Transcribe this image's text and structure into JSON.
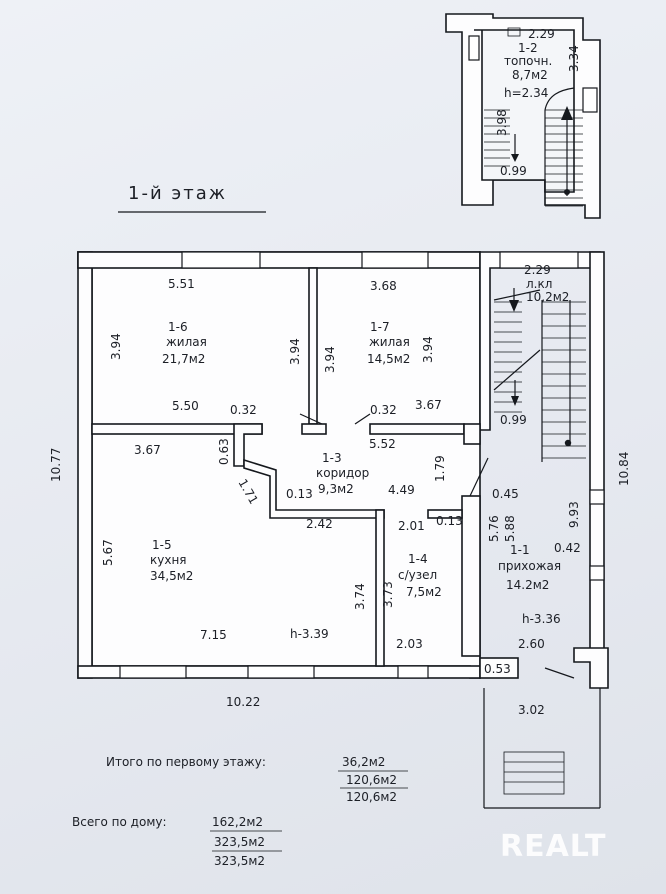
{
  "title": "1-й этаж",
  "rooms": {
    "r16": {
      "id": "1-6",
      "name": "жилая",
      "area": "21,7м2"
    },
    "r17": {
      "id": "1-7",
      "name": "жилая",
      "area": "14,5м2"
    },
    "r13": {
      "id": "1-3",
      "name": "коридор",
      "area": "9,3м2"
    },
    "r15": {
      "id": "1-5",
      "name": "кухня",
      "area": "34,5м2"
    },
    "r14": {
      "id": "1-4",
      "name": "с/узел",
      "area": "7,5м2"
    },
    "r11": {
      "id": "1-1",
      "name": "прихожая",
      "area": "14.2м2"
    },
    "r12": {
      "id": "1-2",
      "name": "топочн.",
      "area": "8,7м2"
    },
    "lkl": {
      "name": "л.кл",
      "area": "10,2м2"
    }
  },
  "heights": {
    "kitchen": "h-3.39",
    "hall": "h-3.36",
    "boiler": "h=2.34"
  },
  "dims": {
    "d551": "5.51",
    "d368": "3.68",
    "d394a": "3.94",
    "d394b": "3.94",
    "d394c": "3.94",
    "d394d": "3.94",
    "d550": "5.50",
    "d032a": "0.32",
    "d032b": "0.32",
    "d367a": "3.67",
    "d367b": "3.67",
    "d552": "5.52",
    "d063": "0.63",
    "d171": "1.71",
    "d013a": "0.13",
    "d449": "4.49",
    "d179": "1.79",
    "d045": "0.45",
    "d242": "2.42",
    "d201": "2.01",
    "d013b": "0.13",
    "d567": "5.67",
    "d576": "5.76",
    "d588": "5.88",
    "d993": "9.93",
    "d042": "0.42",
    "d374": "3.74",
    "d373": "3.73",
    "d715": "7.15",
    "d203": "2.03",
    "d1077": "10.77",
    "d1084": "10.84",
    "d1022": "10.22",
    "d053": "0.53",
    "d260": "2.60",
    "d302": "3.02",
    "d229a": "2.29",
    "d229b": "2.29",
    "d334": "3.34",
    "d398": "3.98",
    "d099a": "0.99",
    "d099b": "0.99"
  },
  "totals": {
    "floor_label": "Итого по первому этажу:",
    "floor_values": [
      "36,2м2",
      "120,6м2",
      "120,6м2"
    ],
    "house_label": "Всего по дому:",
    "house_values": [
      "162,2м2",
      "323,5м2",
      "323,5м2"
    ]
  },
  "watermark": "REALT"
}
